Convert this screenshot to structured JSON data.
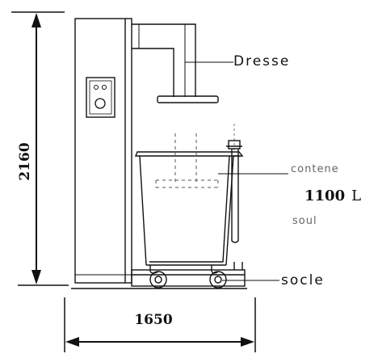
{
  "dimensions": {
    "height_value": "2160",
    "width_value": "1650"
  },
  "labels": {
    "press": "Dresse",
    "container_top": "contene",
    "container_bottom": "soul",
    "base": "socle"
  },
  "capacity": {
    "value": "1100",
    "unit": "L"
  },
  "colors": {
    "line": "#111111",
    "faint_line": "#777777",
    "background": "#ffffff"
  }
}
